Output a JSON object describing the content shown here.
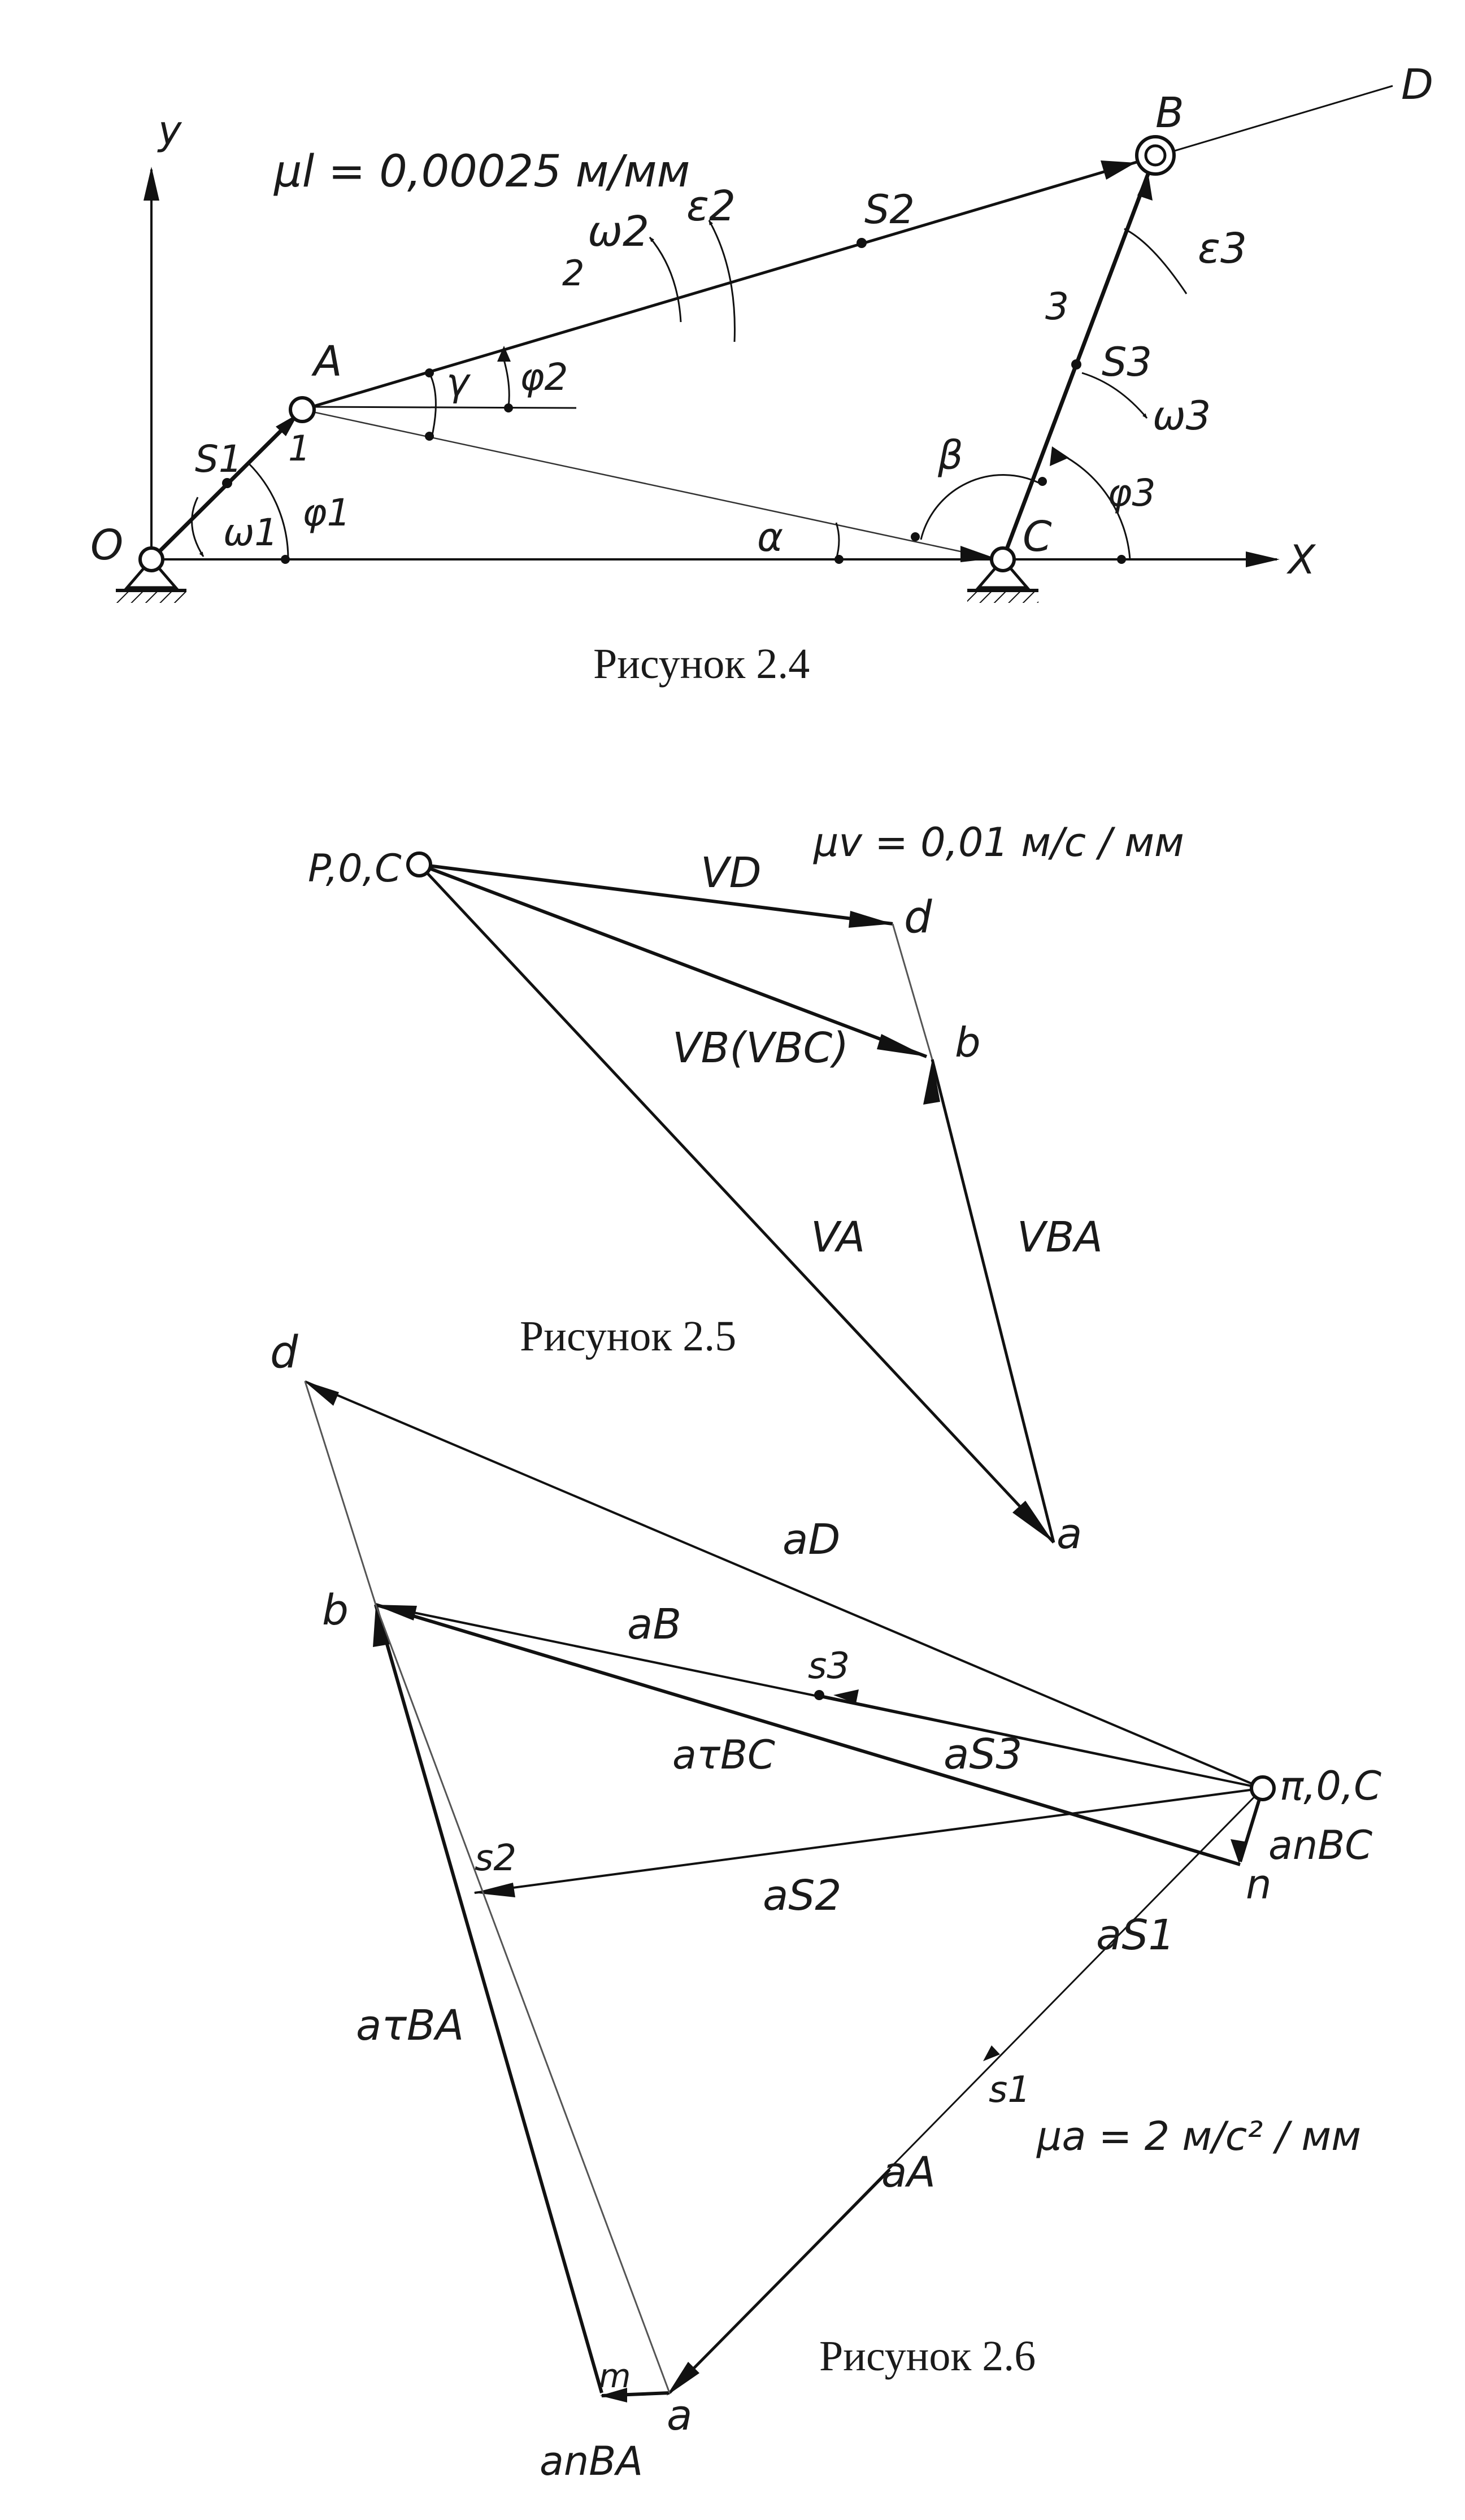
{
  "fig24": {
    "caption": "Рисунок 2.4",
    "scale": "μl = 0,00025 м/мм",
    "axis_x": "X",
    "axis_y": "y",
    "points": {
      "O": "O",
      "A": "A",
      "B": "B",
      "C": "C",
      "D": "D"
    },
    "links": {
      "l1": "1",
      "l2": "2",
      "l3": "3"
    },
    "centers": {
      "s1": "S1",
      "s2": "S2",
      "s3": "S3"
    },
    "angles": {
      "phi1": "φ1",
      "phi2": "φ2",
      "phi3": "φ3",
      "gamma": "γ",
      "alpha": "α",
      "beta": "β"
    },
    "omega": {
      "w1": "ω1",
      "w2": "ω2",
      "w3": "ω3"
    },
    "eps": {
      "e2": "ε2",
      "e3": "ε3"
    }
  },
  "fig25": {
    "caption": "Рисунок 2.5",
    "scale": "μv = 0,01 м/с / мм",
    "pole": "P,0,C",
    "pts": {
      "d": "d",
      "b": "b",
      "a": "a"
    },
    "vec": {
      "vD": "VD",
      "vB": "VB(VBC)",
      "vA": "VA",
      "vBA": "VBA"
    }
  },
  "fig26": {
    "caption": "Рисунок 2.6",
    "scale": "μa = 2 м/с² / мм",
    "pole": "π,0,C",
    "pts": {
      "d": "d",
      "b": "b",
      "s3": "s3",
      "s2": "s2",
      "n": "n",
      "s1": "s1",
      "a": "a",
      "m": "m"
    },
    "vec": {
      "aD": "aD",
      "aB": "aB",
      "aBCt": "aτBC",
      "aS3": "aS3",
      "aS2": "aS2",
      "aBCn": "anBC",
      "aS1": "aS1",
      "aA": "aA",
      "aBAt": "aτBA",
      "aBAn": "anBA"
    }
  }
}
